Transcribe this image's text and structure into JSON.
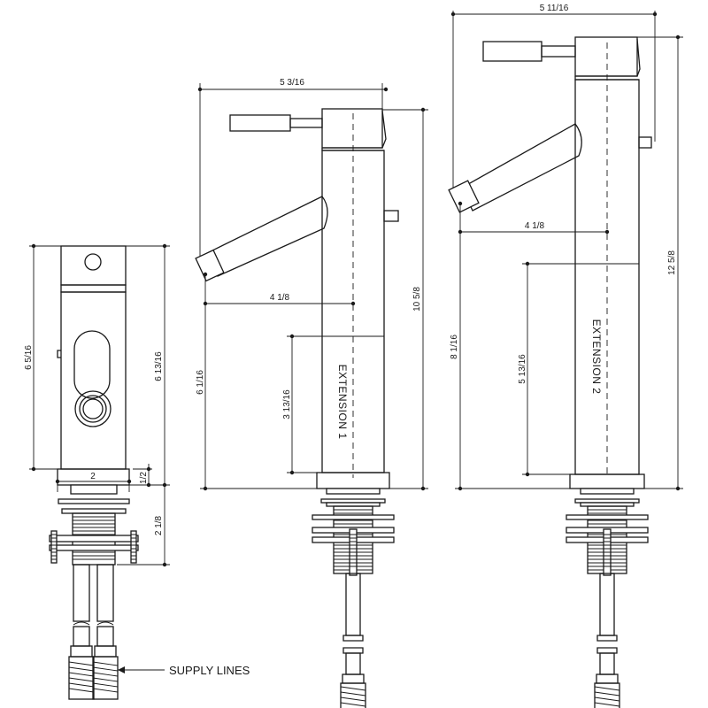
{
  "front_view": {
    "width": "2",
    "flange": "1/2",
    "height_body": "6 5/16",
    "height_total": "6 13/16",
    "shank": "2 1/8"
  },
  "extension_1": {
    "label": "EXTENSION 1",
    "width": "5 3/16",
    "reach": "4 1/8",
    "spout_height": "6 1/16",
    "total_height": "10 5/8",
    "extension_height": "3 13/16"
  },
  "extension_2": {
    "label": "EXTENSION 2",
    "width": "5 11/16",
    "reach": "4 1/8",
    "spout_height": "8 1/16",
    "total_height": "12 5/8",
    "extension_height": "5 13/16"
  },
  "callout": {
    "supply_lines": "SUPPLY LINES"
  }
}
